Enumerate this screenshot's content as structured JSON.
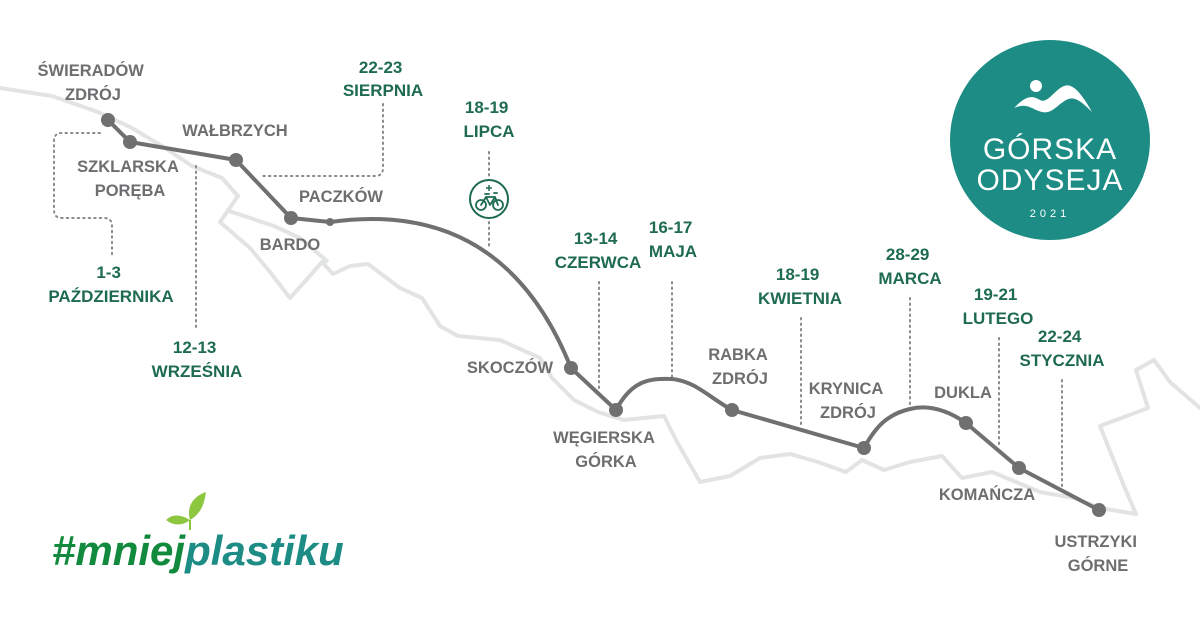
{
  "colors": {
    "route": "#707070",
    "border": "#e2e3e3",
    "date_text": "#1f6b52",
    "place_text": "#6d6e70",
    "logo_bg": "#1c8c85",
    "hashtag_green": "#128a3e",
    "hashtag_light": "#8dc63f",
    "hashtag_teal": "#1c8c85"
  },
  "logo": {
    "line1": "GÓRSKA",
    "line2": "ODYSEJA",
    "year": "2021",
    "icon": "mountain-person-icon"
  },
  "hashtag": {
    "hash": "#",
    "part1": "mniej",
    "part2": "plastiku",
    "icon": "leaf-icon"
  },
  "places": [
    {
      "id": "swieradow",
      "lines": [
        "ŚWIERADÓW",
        "ZDRÓJ"
      ]
    },
    {
      "id": "szklarska",
      "lines": [
        "SZKLARSKA",
        "PORĘBA"
      ]
    },
    {
      "id": "walbrzych",
      "lines": [
        "WAŁBRZYCH"
      ]
    },
    {
      "id": "paczkow",
      "lines": [
        "PACZKÓW"
      ]
    },
    {
      "id": "bardo",
      "lines": [
        "BARDO"
      ]
    },
    {
      "id": "skoczow",
      "lines": [
        "SKOCZÓW"
      ]
    },
    {
      "id": "wegierska",
      "lines": [
        "WĘGIERSKA",
        "GÓRKA"
      ]
    },
    {
      "id": "rabka",
      "lines": [
        "RABKA",
        "ZDRÓJ"
      ]
    },
    {
      "id": "krynica",
      "lines": [
        "KRYNICA",
        "ZDRÓJ"
      ]
    },
    {
      "id": "dukla",
      "lines": [
        "DUKLA"
      ]
    },
    {
      "id": "komancza",
      "lines": [
        "KOMAŃCZA"
      ]
    },
    {
      "id": "ustrzyki",
      "lines": [
        "USTRZYKI",
        "GÓRNE"
      ]
    }
  ],
  "dates": [
    {
      "id": "sierpnia",
      "lines": [
        "22-23",
        "SIERPNIA"
      ]
    },
    {
      "id": "lipca",
      "lines": [
        "18-19",
        "LIPCA"
      ],
      "icon": "bicycle-icon"
    },
    {
      "id": "pazdziernika",
      "lines": [
        "1-3",
        "PAŹDZIERNIKA"
      ]
    },
    {
      "id": "wrzesnia",
      "lines": [
        "12-13",
        "WRZEŚNIA"
      ]
    },
    {
      "id": "czerwca",
      "lines": [
        "13-14",
        "CZERWCA"
      ]
    },
    {
      "id": "maja",
      "lines": [
        "16-17",
        "MAJA"
      ]
    },
    {
      "id": "kwietnia",
      "lines": [
        "18-19",
        "KWIETNIA"
      ]
    },
    {
      "id": "marca",
      "lines": [
        "28-29",
        "MARCA"
      ]
    },
    {
      "id": "lutego",
      "lines": [
        "19-21",
        "LUTEGO"
      ]
    },
    {
      "id": "stycznia",
      "lines": [
        "22-24",
        "STYCZNIA"
      ]
    }
  ]
}
